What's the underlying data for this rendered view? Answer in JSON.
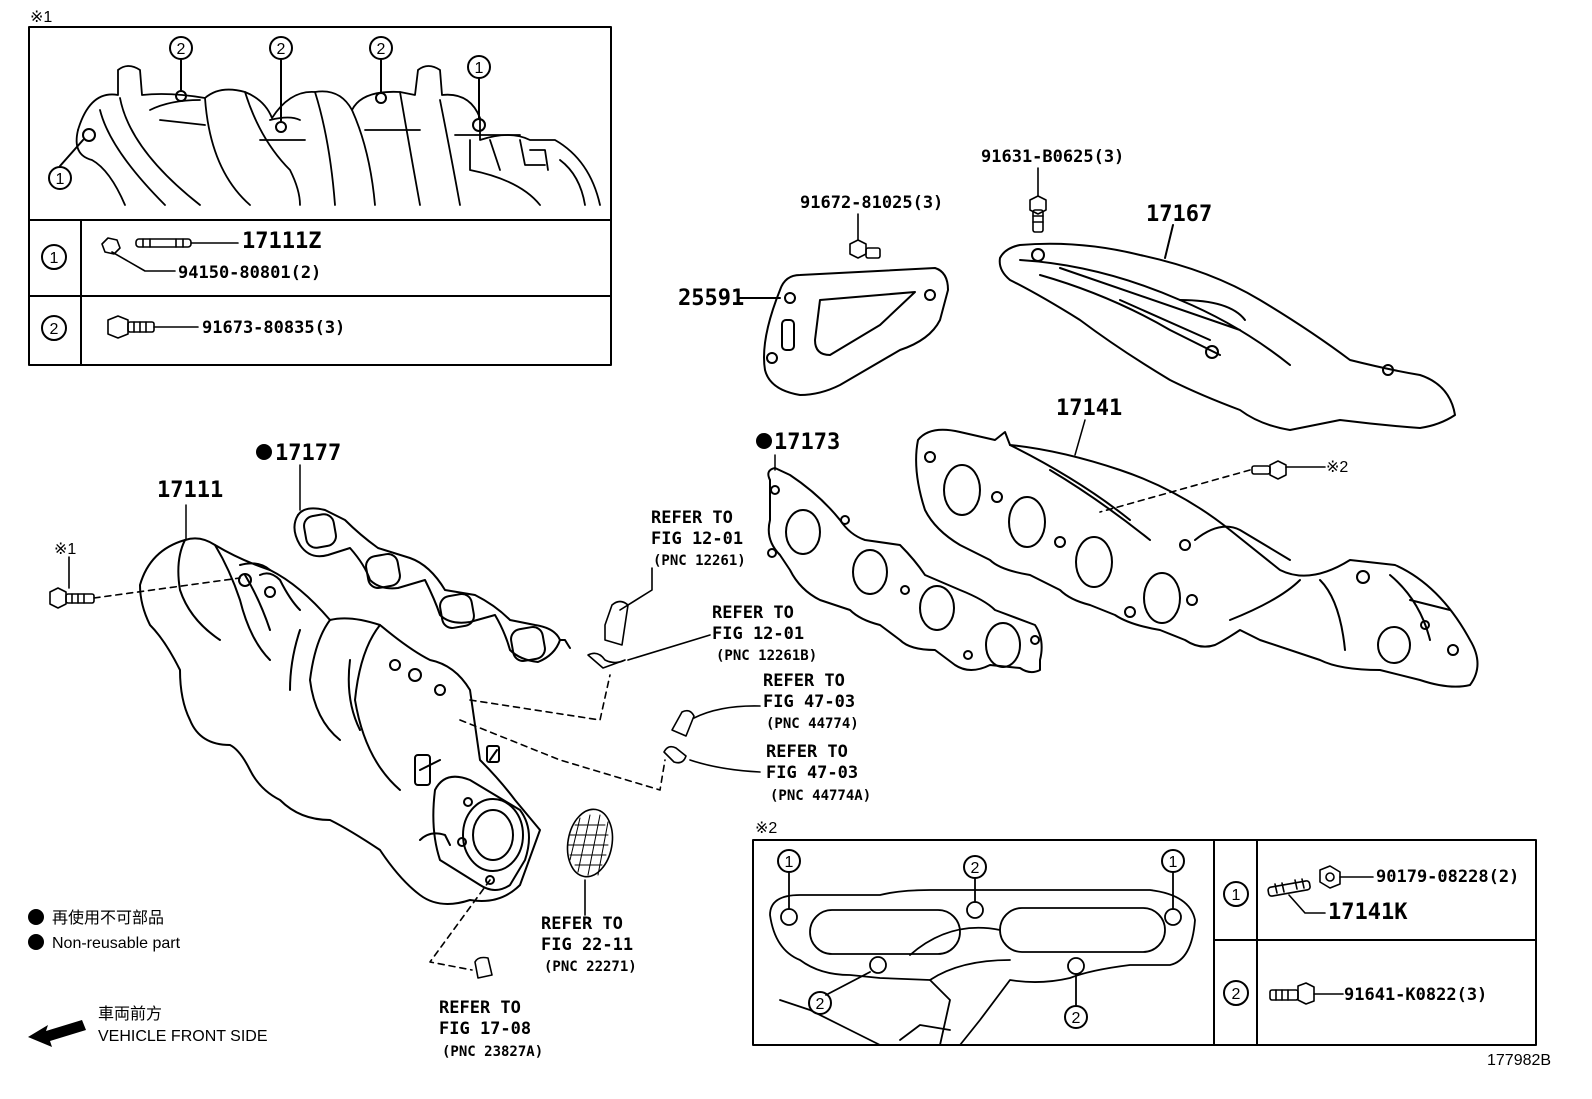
{
  "callouts": {
    "note1_mark": "※1",
    "note2_mark": "※2",
    "c1": "1",
    "c2": "2"
  },
  "inset1": {
    "row1_part_a": "17111Z",
    "row1_part_b": "94150-80801(2)",
    "row2_part": "91673-80835(3)"
  },
  "inset2": {
    "row1_part_a": "90179-08228(2)",
    "row1_part_b": "17141K",
    "row2_part": "91641-K0822(3)"
  },
  "parts": {
    "p17111": "17111",
    "p17177": "17177",
    "p17173": "17173",
    "p17141": "17141",
    "p17167": "17167",
    "p25591": "25591",
    "p91672": "91672-81025(3)",
    "p91631": "91631-B0625(3)"
  },
  "references": [
    {
      "l1": "REFER TO",
      "l2": "FIG 12-01",
      "l3": "(PNC 12261)"
    },
    {
      "l1": "REFER TO",
      "l2": "FIG 12-01",
      "l3": "(PNC 12261B)"
    },
    {
      "l1": "REFER TO",
      "l2": "FIG 47-03",
      "l3": "(PNC 44774)"
    },
    {
      "l1": "REFER TO",
      "l2": "FIG 47-03",
      "l3": "(PNC 44774A)"
    },
    {
      "l1": "REFER TO",
      "l2": "FIG 22-11",
      "l3": "(PNC 22271)"
    },
    {
      "l1": "REFER TO",
      "l2": "FIG 17-08",
      "l3": "(PNC 23827A)"
    }
  ],
  "legend": {
    "nonreusable_jp": "再使用不可部品",
    "nonreusable_en": "Non-reusable part",
    "front_jp": "車両前方",
    "front_en": "VEHICLE FRONT SIDE"
  },
  "diagram_id": "177982B"
}
